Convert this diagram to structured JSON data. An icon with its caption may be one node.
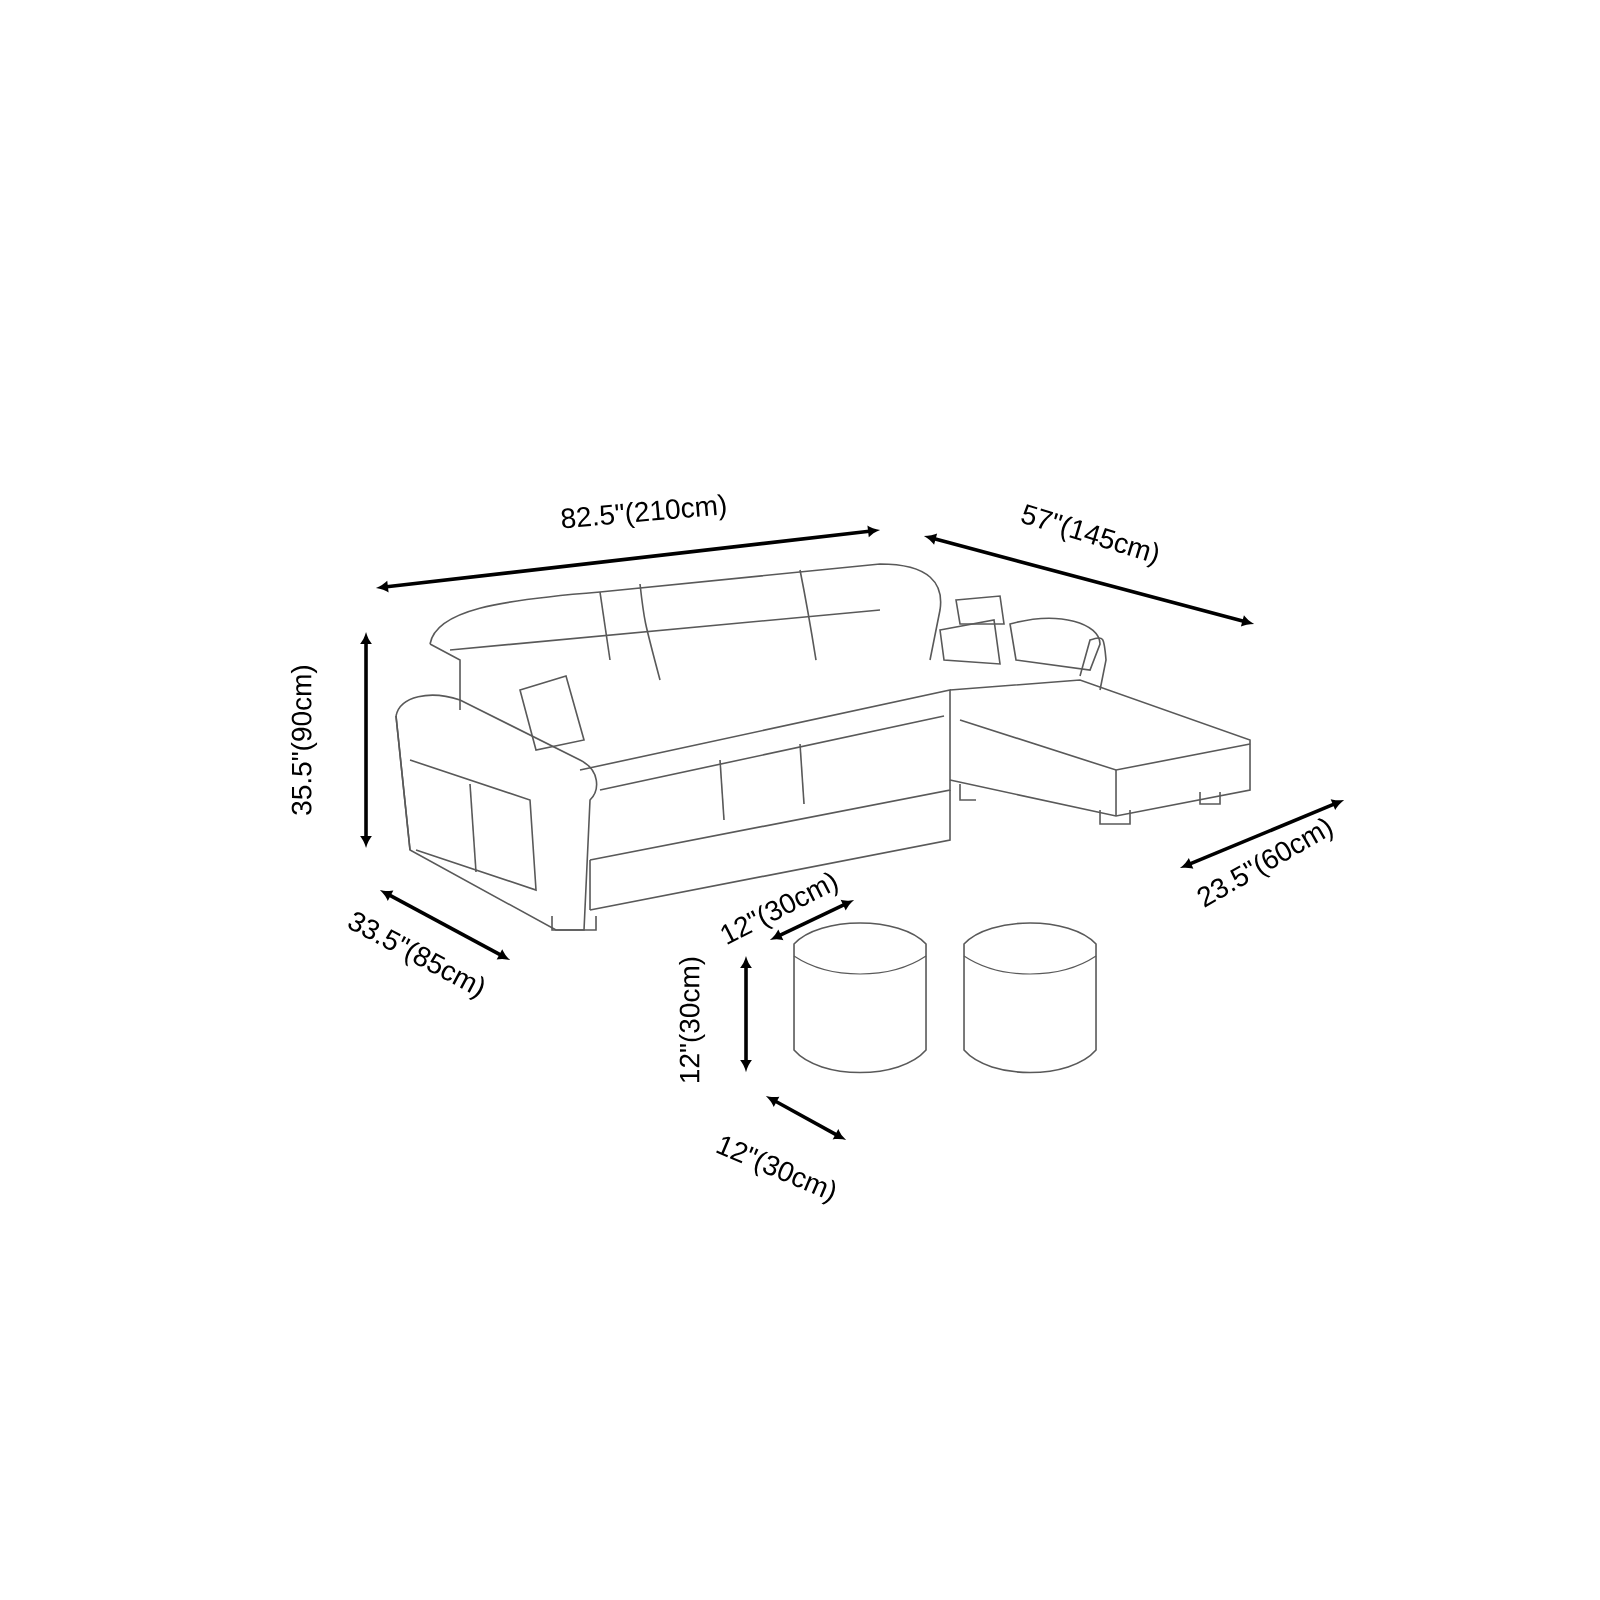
{
  "diagram": {
    "labels": [
      "82.5\"(210cm)",
      "57\"(145cm)",
      "35.5\"(90cm)",
      "12\"(30cm)",
      "33.5\"(85cm)",
      "23.5\"(60cm)",
      "12\"(30cm)",
      "12\"(30cm)"
    ]
  }
}
